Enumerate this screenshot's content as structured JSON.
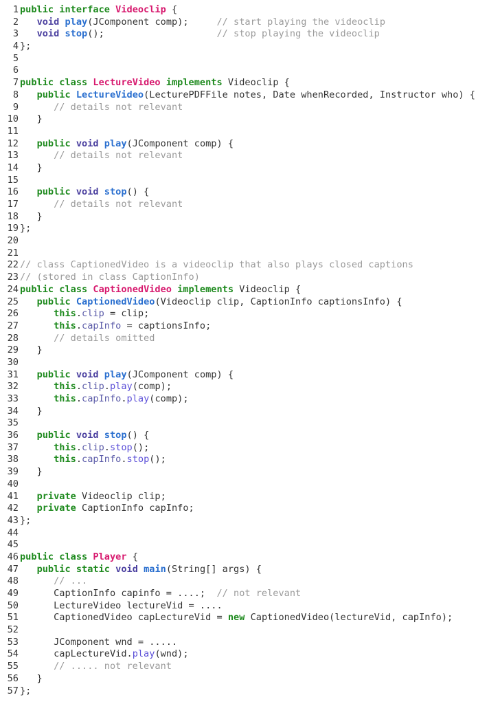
{
  "colors": {
    "keyword": "#1e8a1e",
    "primitive_type": "#4a3f9f",
    "class_name": "#d7196e",
    "method_decl": "#2a6fcf",
    "method_call": "#5b4fd8",
    "field": "#5a5aa8",
    "comment": "#9a9a9a",
    "plain": "#333333"
  },
  "lines": [
    {
      "n": "1",
      "tokens": [
        [
          "kw",
          "public interface "
        ],
        [
          "cls",
          "Videoclip"
        ],
        [
          "pl",
          " {"
        ]
      ]
    },
    {
      "n": "2",
      "tokens": [
        [
          "pl",
          "   "
        ],
        [
          "typ",
          "void"
        ],
        [
          "pl",
          " "
        ],
        [
          "fn",
          "play"
        ],
        [
          "pl",
          "(JComponent comp);     "
        ],
        [
          "cm",
          "// start playing the videoclip"
        ]
      ]
    },
    {
      "n": "3",
      "tokens": [
        [
          "pl",
          "   "
        ],
        [
          "typ",
          "void"
        ],
        [
          "pl",
          " "
        ],
        [
          "fn",
          "stop"
        ],
        [
          "pl",
          "();                    "
        ],
        [
          "cm",
          "// stop playing the videoclip"
        ]
      ]
    },
    {
      "n": "4",
      "tokens": [
        [
          "pl",
          "};"
        ]
      ]
    },
    {
      "n": "5",
      "tokens": []
    },
    {
      "n": "6",
      "tokens": []
    },
    {
      "n": "7",
      "tokens": [
        [
          "kw",
          "public class "
        ],
        [
          "cls",
          "LectureVideo"
        ],
        [
          "kw",
          " implements"
        ],
        [
          "pl",
          " Videoclip {"
        ]
      ]
    },
    {
      "n": "8",
      "tokens": [
        [
          "pl",
          "   "
        ],
        [
          "kw",
          "public"
        ],
        [
          "pl",
          " "
        ],
        [
          "fn",
          "LectureVideo"
        ],
        [
          "pl",
          "(LecturePDFFile notes, Date whenRecorded, Instructor who) {"
        ]
      ]
    },
    {
      "n": "9",
      "tokens": [
        [
          "pl",
          "      "
        ],
        [
          "cm",
          "// details not relevant"
        ]
      ]
    },
    {
      "n": "10",
      "tokens": [
        [
          "pl",
          "   }"
        ]
      ]
    },
    {
      "n": "11",
      "tokens": []
    },
    {
      "n": "12",
      "tokens": [
        [
          "pl",
          "   "
        ],
        [
          "kw",
          "public"
        ],
        [
          "pl",
          " "
        ],
        [
          "typ",
          "void"
        ],
        [
          "pl",
          " "
        ],
        [
          "fn",
          "play"
        ],
        [
          "pl",
          "(JComponent comp) {"
        ]
      ]
    },
    {
      "n": "13",
      "tokens": [
        [
          "pl",
          "      "
        ],
        [
          "cm",
          "// details not relevant"
        ]
      ]
    },
    {
      "n": "14",
      "tokens": [
        [
          "pl",
          "   }"
        ]
      ]
    },
    {
      "n": "15",
      "tokens": []
    },
    {
      "n": "16",
      "tokens": [
        [
          "pl",
          "   "
        ],
        [
          "kw",
          "public"
        ],
        [
          "pl",
          " "
        ],
        [
          "typ",
          "void"
        ],
        [
          "pl",
          " "
        ],
        [
          "fn",
          "stop"
        ],
        [
          "pl",
          "() {"
        ]
      ]
    },
    {
      "n": "17",
      "tokens": [
        [
          "pl",
          "      "
        ],
        [
          "cm",
          "// details not relevant"
        ]
      ]
    },
    {
      "n": "18",
      "tokens": [
        [
          "pl",
          "   }"
        ]
      ]
    },
    {
      "n": "19",
      "tokens": [
        [
          "pl",
          "};"
        ]
      ]
    },
    {
      "n": "20",
      "tokens": []
    },
    {
      "n": "21",
      "tokens": []
    },
    {
      "n": "22",
      "tokens": [
        [
          "cm",
          "// class CaptionedVideo is a videoclip that also plays closed captions"
        ]
      ]
    },
    {
      "n": "23",
      "tokens": [
        [
          "cm",
          "// (stored in class CaptionInfo)"
        ]
      ]
    },
    {
      "n": "24",
      "tokens": [
        [
          "kw",
          "public class "
        ],
        [
          "cls",
          "CaptionedVideo"
        ],
        [
          "kw",
          " implements"
        ],
        [
          "pl",
          " Videoclip {"
        ]
      ]
    },
    {
      "n": "25",
      "tokens": [
        [
          "pl",
          "   "
        ],
        [
          "kw",
          "public"
        ],
        [
          "pl",
          " "
        ],
        [
          "fn",
          "CaptionedVideo"
        ],
        [
          "pl",
          "(Videoclip clip, CaptionInfo captionsInfo) {"
        ]
      ]
    },
    {
      "n": "26",
      "tokens": [
        [
          "pl",
          "      "
        ],
        [
          "kw",
          "this"
        ],
        [
          "pl",
          "."
        ],
        [
          "fld",
          "clip"
        ],
        [
          "pl",
          " = clip;"
        ]
      ]
    },
    {
      "n": "27",
      "tokens": [
        [
          "pl",
          "      "
        ],
        [
          "kw",
          "this"
        ],
        [
          "pl",
          "."
        ],
        [
          "fld",
          "capInfo"
        ],
        [
          "pl",
          " = captionsInfo;"
        ]
      ]
    },
    {
      "n": "28",
      "tokens": [
        [
          "pl",
          "      "
        ],
        [
          "cm",
          "// details omitted"
        ]
      ]
    },
    {
      "n": "29",
      "tokens": [
        [
          "pl",
          "   }"
        ]
      ]
    },
    {
      "n": "30",
      "tokens": []
    },
    {
      "n": "31",
      "tokens": [
        [
          "pl",
          "   "
        ],
        [
          "kw",
          "public"
        ],
        [
          "pl",
          " "
        ],
        [
          "typ",
          "void"
        ],
        [
          "pl",
          " "
        ],
        [
          "fn",
          "play"
        ],
        [
          "pl",
          "(JComponent comp) {"
        ]
      ]
    },
    {
      "n": "32",
      "tokens": [
        [
          "pl",
          "      "
        ],
        [
          "kw",
          "this"
        ],
        [
          "pl",
          "."
        ],
        [
          "fld",
          "clip"
        ],
        [
          "pl",
          "."
        ],
        [
          "call",
          "play"
        ],
        [
          "pl",
          "(comp);"
        ]
      ]
    },
    {
      "n": "33",
      "tokens": [
        [
          "pl",
          "      "
        ],
        [
          "kw",
          "this"
        ],
        [
          "pl",
          "."
        ],
        [
          "fld",
          "capInfo"
        ],
        [
          "pl",
          "."
        ],
        [
          "call",
          "play"
        ],
        [
          "pl",
          "(comp);"
        ]
      ]
    },
    {
      "n": "34",
      "tokens": [
        [
          "pl",
          "   }"
        ]
      ]
    },
    {
      "n": "35",
      "tokens": []
    },
    {
      "n": "36",
      "tokens": [
        [
          "pl",
          "   "
        ],
        [
          "kw",
          "public"
        ],
        [
          "pl",
          " "
        ],
        [
          "typ",
          "void"
        ],
        [
          "pl",
          " "
        ],
        [
          "fn",
          "stop"
        ],
        [
          "pl",
          "() {"
        ]
      ]
    },
    {
      "n": "37",
      "tokens": [
        [
          "pl",
          "      "
        ],
        [
          "kw",
          "this"
        ],
        [
          "pl",
          "."
        ],
        [
          "fld",
          "clip"
        ],
        [
          "pl",
          "."
        ],
        [
          "call",
          "stop"
        ],
        [
          "pl",
          "();"
        ]
      ]
    },
    {
      "n": "38",
      "tokens": [
        [
          "pl",
          "      "
        ],
        [
          "kw",
          "this"
        ],
        [
          "pl",
          "."
        ],
        [
          "fld",
          "capInfo"
        ],
        [
          "pl",
          "."
        ],
        [
          "call",
          "stop"
        ],
        [
          "pl",
          "();"
        ]
      ]
    },
    {
      "n": "39",
      "tokens": [
        [
          "pl",
          "   }"
        ]
      ]
    },
    {
      "n": "40",
      "tokens": []
    },
    {
      "n": "41",
      "tokens": [
        [
          "pl",
          "   "
        ],
        [
          "kw",
          "private"
        ],
        [
          "pl",
          " Videoclip clip;"
        ]
      ]
    },
    {
      "n": "42",
      "tokens": [
        [
          "pl",
          "   "
        ],
        [
          "kw",
          "private"
        ],
        [
          "pl",
          " CaptionInfo capInfo;"
        ]
      ]
    },
    {
      "n": "43",
      "tokens": [
        [
          "pl",
          "};"
        ]
      ]
    },
    {
      "n": "44",
      "tokens": []
    },
    {
      "n": "45",
      "tokens": []
    },
    {
      "n": "46",
      "tokens": [
        [
          "kw",
          "public class "
        ],
        [
          "cls",
          "Player"
        ],
        [
          "pl",
          " {"
        ]
      ]
    },
    {
      "n": "47",
      "tokens": [
        [
          "pl",
          "   "
        ],
        [
          "kw",
          "public static"
        ],
        [
          "pl",
          " "
        ],
        [
          "typ",
          "void"
        ],
        [
          "pl",
          " "
        ],
        [
          "fn",
          "main"
        ],
        [
          "pl",
          "(String[] args) {"
        ]
      ]
    },
    {
      "n": "48",
      "tokens": [
        [
          "pl",
          "      "
        ],
        [
          "cm",
          "// ..."
        ]
      ]
    },
    {
      "n": "49",
      "tokens": [
        [
          "pl",
          "      CaptionInfo capinfo = ....;  "
        ],
        [
          "cm",
          "// not relevant"
        ]
      ]
    },
    {
      "n": "50",
      "tokens": [
        [
          "pl",
          "      LectureVideo lectureVid = ...."
        ]
      ]
    },
    {
      "n": "51",
      "tokens": [
        [
          "pl",
          "      CaptionedVideo capLectureVid = "
        ],
        [
          "kw",
          "new"
        ],
        [
          "pl",
          " CaptionedVideo(lectureVid, capInfo);"
        ]
      ]
    },
    {
      "n": "52",
      "tokens": []
    },
    {
      "n": "53",
      "tokens": [
        [
          "pl",
          "      JComponent wnd = ....."
        ]
      ]
    },
    {
      "n": "54",
      "tokens": [
        [
          "pl",
          "      capLectureVid."
        ],
        [
          "call",
          "play"
        ],
        [
          "pl",
          "(wnd);"
        ]
      ]
    },
    {
      "n": "55",
      "tokens": [
        [
          "pl",
          "      "
        ],
        [
          "cm",
          "// ..... not relevant"
        ]
      ]
    },
    {
      "n": "56",
      "tokens": [
        [
          "pl",
          "   }"
        ]
      ]
    },
    {
      "n": "57",
      "tokens": [
        [
          "pl",
          "};"
        ]
      ]
    }
  ]
}
